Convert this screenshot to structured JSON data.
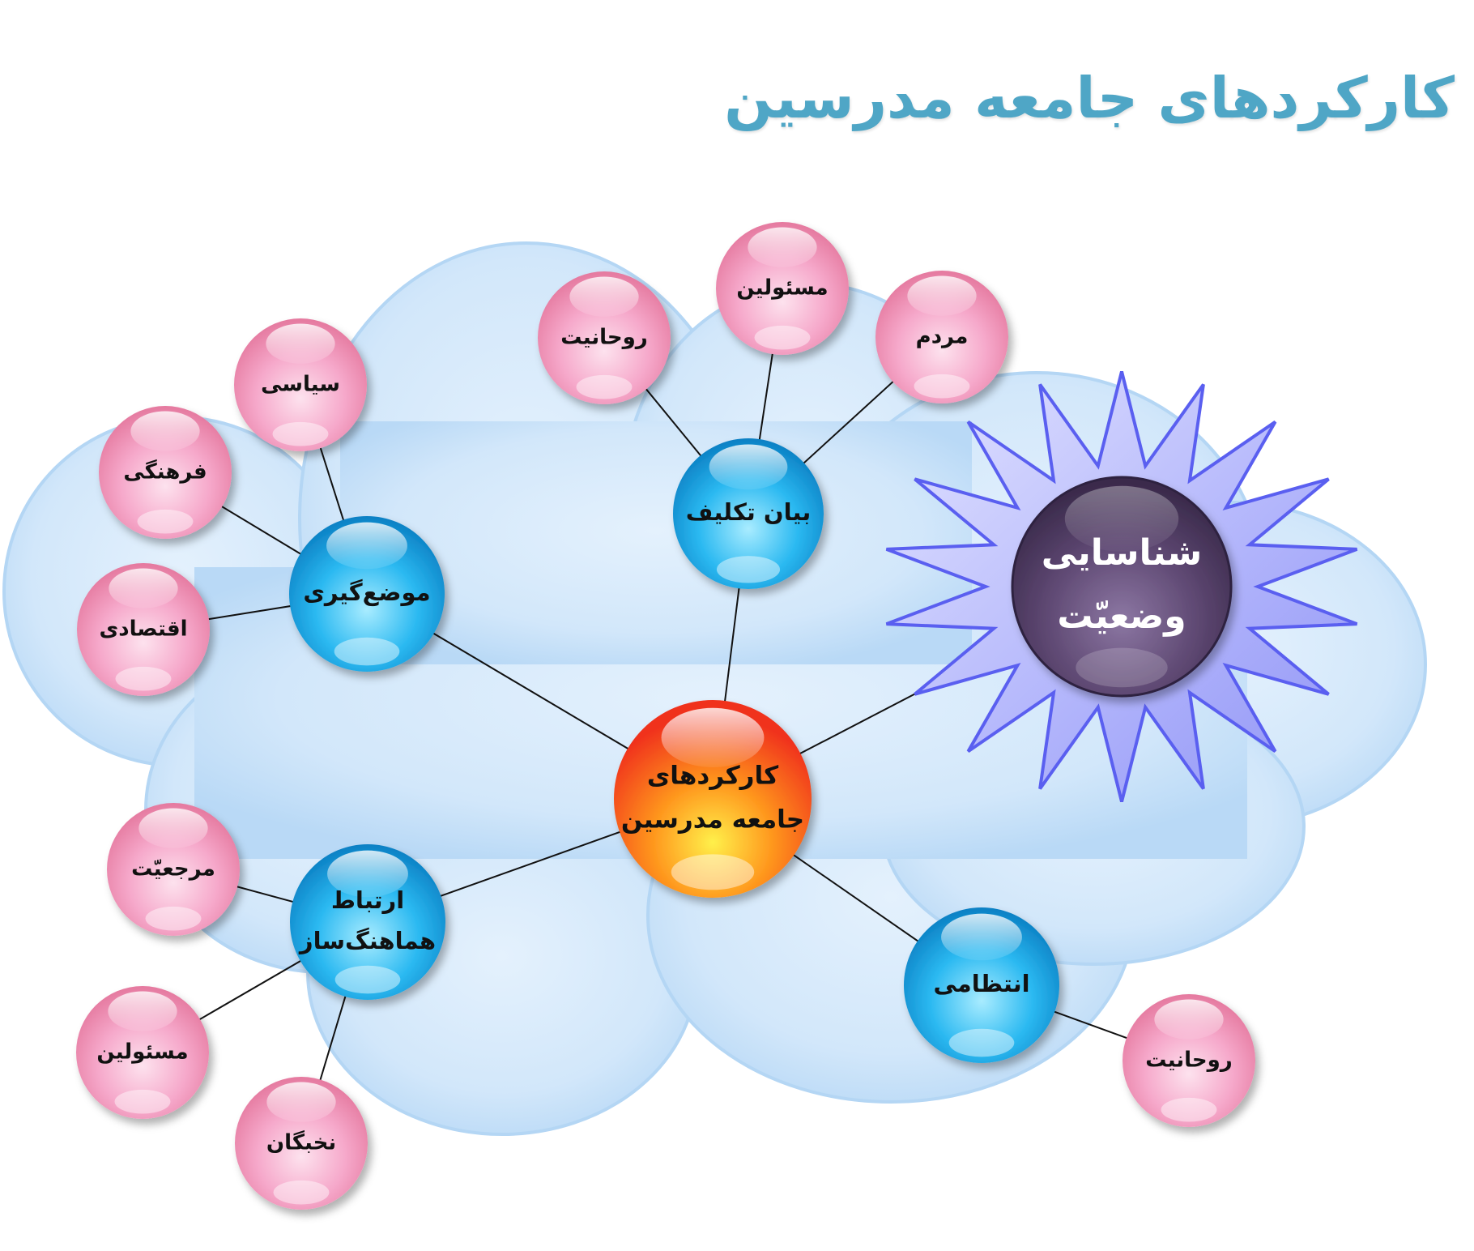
{
  "title": "کارکردهای جامعه مدرسین",
  "colors": {
    "title": "#4fa6c6",
    "cloud": "#cfe6fa",
    "center_node": "#ff5a1a",
    "category_node": "#1aa8e8",
    "leaf_node": "#f08cba",
    "status_node": "#5b456f",
    "starburst": "#8f93f5"
  },
  "center": {
    "line1": "کارکردهای",
    "line2": "جامعه مدرسین"
  },
  "status": {
    "line1": "شناسایی",
    "line2": "وضعیّت"
  },
  "categories": {
    "bayan": {
      "label": "بیان تکلیف"
    },
    "mozgiri": {
      "label": "موضع‌گیری"
    },
    "ertebat": {
      "line1": "ارتباط",
      "line2": "هماهنگ‌ساز"
    },
    "entezami": {
      "label": "انتظامی"
    }
  },
  "leaves": {
    "bayan_ruhaniyat": "روحانیت",
    "bayan_masoulin": "مسئولین",
    "bayan_mardom": "مردم",
    "moz_siasi": "سیاسی",
    "moz_farhangi": "فرهنگی",
    "moz_eqtesadi": "اقتصادی",
    "ert_marjaiyat": "مرجعیّت",
    "ert_masoulin": "مسئولین",
    "ert_nokhbegan": "نخبگان",
    "ent_ruhaniyat": "روحانیت"
  }
}
